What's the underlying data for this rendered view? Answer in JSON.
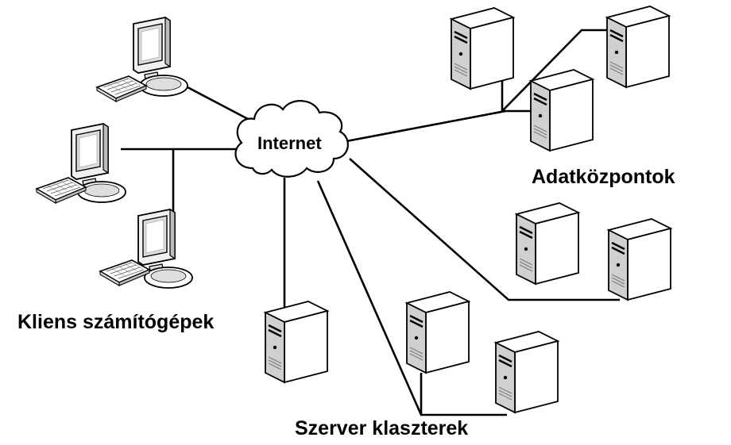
{
  "diagram": {
    "internet_label": "Internet",
    "clients_label": "Kliens számítógépek",
    "datacenters_label": "Adatközpontok",
    "clusters_label": "Szerver klaszterek"
  },
  "icons": {
    "monitor": "computer-monitor-icon",
    "keyboard": "keyboard-icon",
    "server": "server-tower-icon",
    "cloud": "cloud-icon"
  },
  "colors": {
    "line": "#000000",
    "device_fill": "#ffffff",
    "device_shade": "#cfcfcf",
    "screen": "#dcdcdc"
  }
}
